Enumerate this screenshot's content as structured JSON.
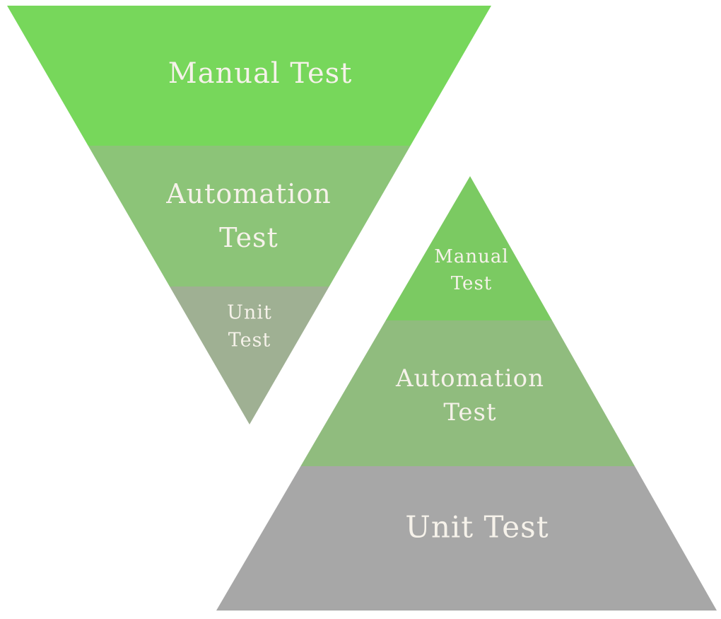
{
  "background_color": "#ffffff",
  "text_color": "#f6f2ea",
  "inverted_pyramid": {
    "layers": [
      {
        "label": "Manual Test",
        "lines": [
          "Manual Test"
        ],
        "color": "#77d75b"
      },
      {
        "label": "Automation Test",
        "lines": [
          "Automation",
          "Test"
        ],
        "color": "#8cc478"
      },
      {
        "label": "Unit Test",
        "lines": [
          "Unit",
          "Test"
        ],
        "color": "#9fb093"
      }
    ]
  },
  "upright_pyramid": {
    "layers": [
      {
        "label": "Manual Test",
        "lines": [
          "Manual",
          "Test"
        ],
        "color": "#7bca62"
      },
      {
        "label": "Automation Test",
        "lines": [
          "Automation",
          "Test"
        ],
        "color": "#90bc7e"
      },
      {
        "label": "Unit Test",
        "lines": [
          "Unit Test"
        ],
        "color": "#a7a7a7"
      }
    ]
  }
}
